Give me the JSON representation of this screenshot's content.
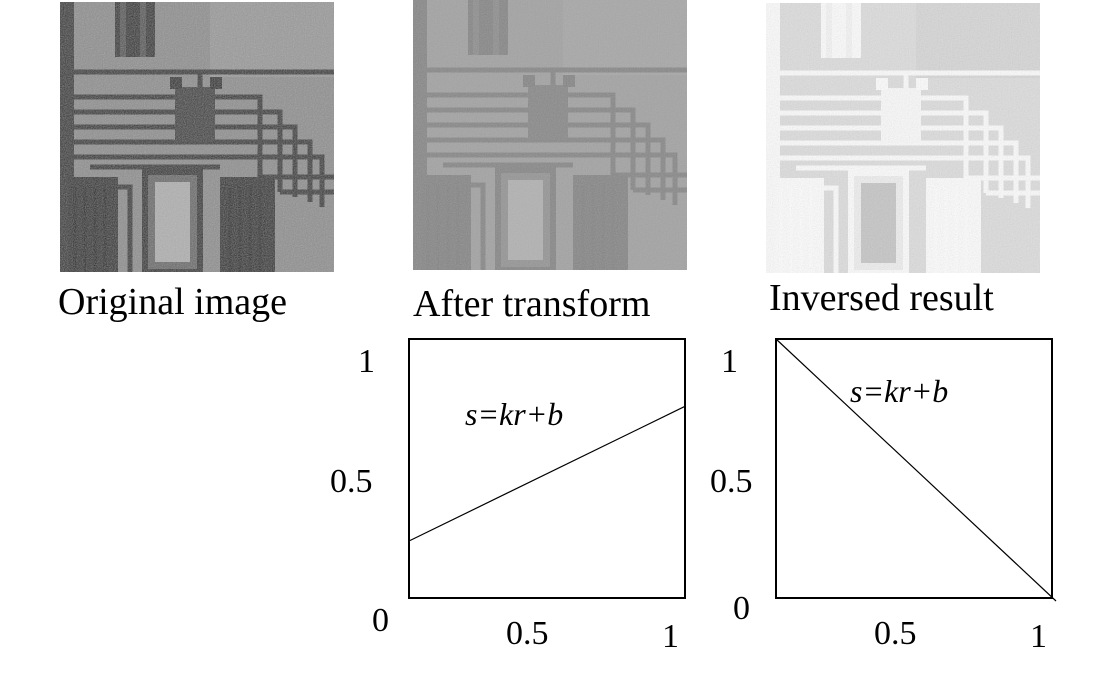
{
  "panels": [
    {
      "caption": "Original image",
      "tone": "original"
    },
    {
      "caption": "After transform",
      "tone": "transformed"
    },
    {
      "caption": "Inversed result",
      "tone": "inversed"
    }
  ],
  "chart_data": [
    {
      "type": "line",
      "annotation": "s=kr+b",
      "xlim": [
        0,
        1
      ],
      "ylim": [
        0,
        1
      ],
      "x_ticks": [
        "0.5",
        "1"
      ],
      "y_ticks": [
        "1",
        "0.5",
        "0"
      ],
      "series": [
        {
          "x": [
            0,
            1
          ],
          "y": [
            0.22,
            0.74
          ]
        }
      ]
    },
    {
      "type": "line",
      "annotation": "s=kr+b",
      "xlim": [
        0,
        1
      ],
      "ylim": [
        0,
        1
      ],
      "x_ticks": [
        "0.5",
        "1"
      ],
      "y_ticks": [
        "1",
        "0.5",
        "0"
      ],
      "series": [
        {
          "x": [
            0,
            1
          ],
          "y": [
            1,
            0
          ]
        }
      ]
    }
  ]
}
